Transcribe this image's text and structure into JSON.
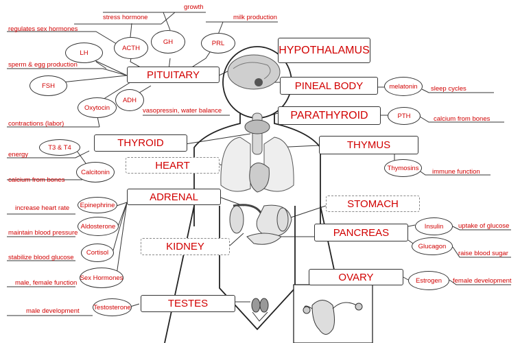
{
  "glands": {
    "hypothalamus": "HYPOTHALAMUS",
    "pituitary": "PITUITARY",
    "pineal": "PINEAL BODY",
    "parathyroid": "PARATHYROID",
    "thyroid": "THYROID",
    "thymus": "THYMUS",
    "heart": "HEART",
    "adrenal": "ADRENAL",
    "stomach": "STOMACH",
    "pancreas": "PANCREAS",
    "kidney": "KIDNEY",
    "ovary": "OVARY",
    "testes": "TESTES"
  },
  "hormones": {
    "acth": "ACTH",
    "gh": "GH",
    "prl": "PRL",
    "lh": "LH",
    "fsh": "FSH",
    "oxytocin": "Oxytocin",
    "adh": "ADH",
    "t3t4": "T3 & T4",
    "calcitonin": "Calcitonin",
    "melatonin": "melatonin",
    "pth": "PTH",
    "thymosins": "Thymosins",
    "epinephrine": "Epinephrine",
    "aldosterone": "Aldosterone",
    "cortisol": "Cortisol",
    "sex_hormones": "Sex Hormones",
    "insulin": "Insulin",
    "glucagon": "Glucagon",
    "estrogen": "Estrogen",
    "testosterone": "Testosterone"
  },
  "functions": {
    "growth": "growth",
    "stress": "stress hormone",
    "milk": "milk production",
    "sex_reg": "regulates sex hormones",
    "sperm_egg": "sperm & egg production",
    "vasopressin": "vasopressin, water balance",
    "contractions": "contractions (labor)",
    "energy": "energy",
    "calcium_thyroid": "calcium from bones",
    "sleep": "sleep cycles",
    "calcium_pth": "calcium from bones",
    "immune": "immune function",
    "heart_rate": "increase heart rate",
    "blood_pressure": "maintain blood pressure",
    "blood_glucose": "stabilize blood glucose",
    "male_female": "male, female function",
    "uptake": "uptake of glucose",
    "raise_sugar": "raise blood sugar",
    "female_dev": "female development",
    "male_dev": "male development"
  },
  "colors": {
    "label": "#d10000",
    "line": "#333333"
  }
}
